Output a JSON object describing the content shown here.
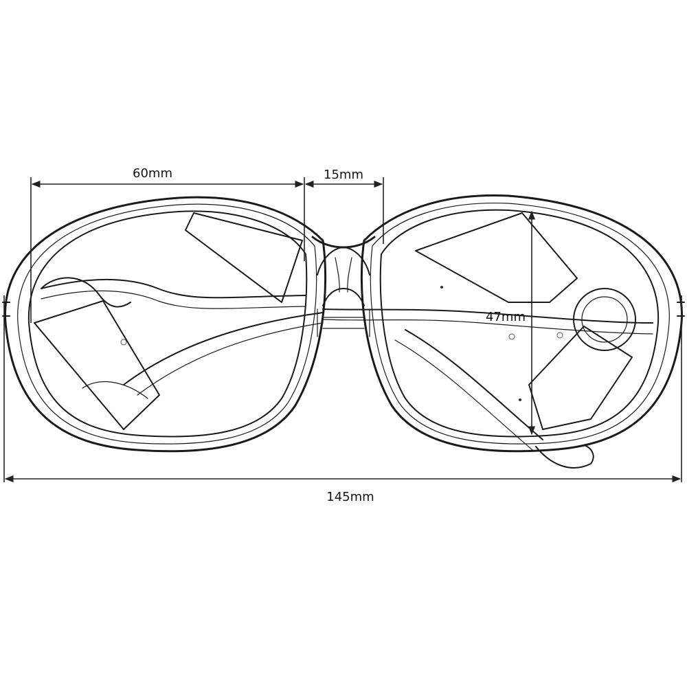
{
  "dimensions": {
    "lens_width": "60mm",
    "bridge_width": "15mm",
    "lens_height": "47mm",
    "total_width": "145mm"
  },
  "colors": {
    "line": "#1a1a1a",
    "background": "#ffffff"
  }
}
